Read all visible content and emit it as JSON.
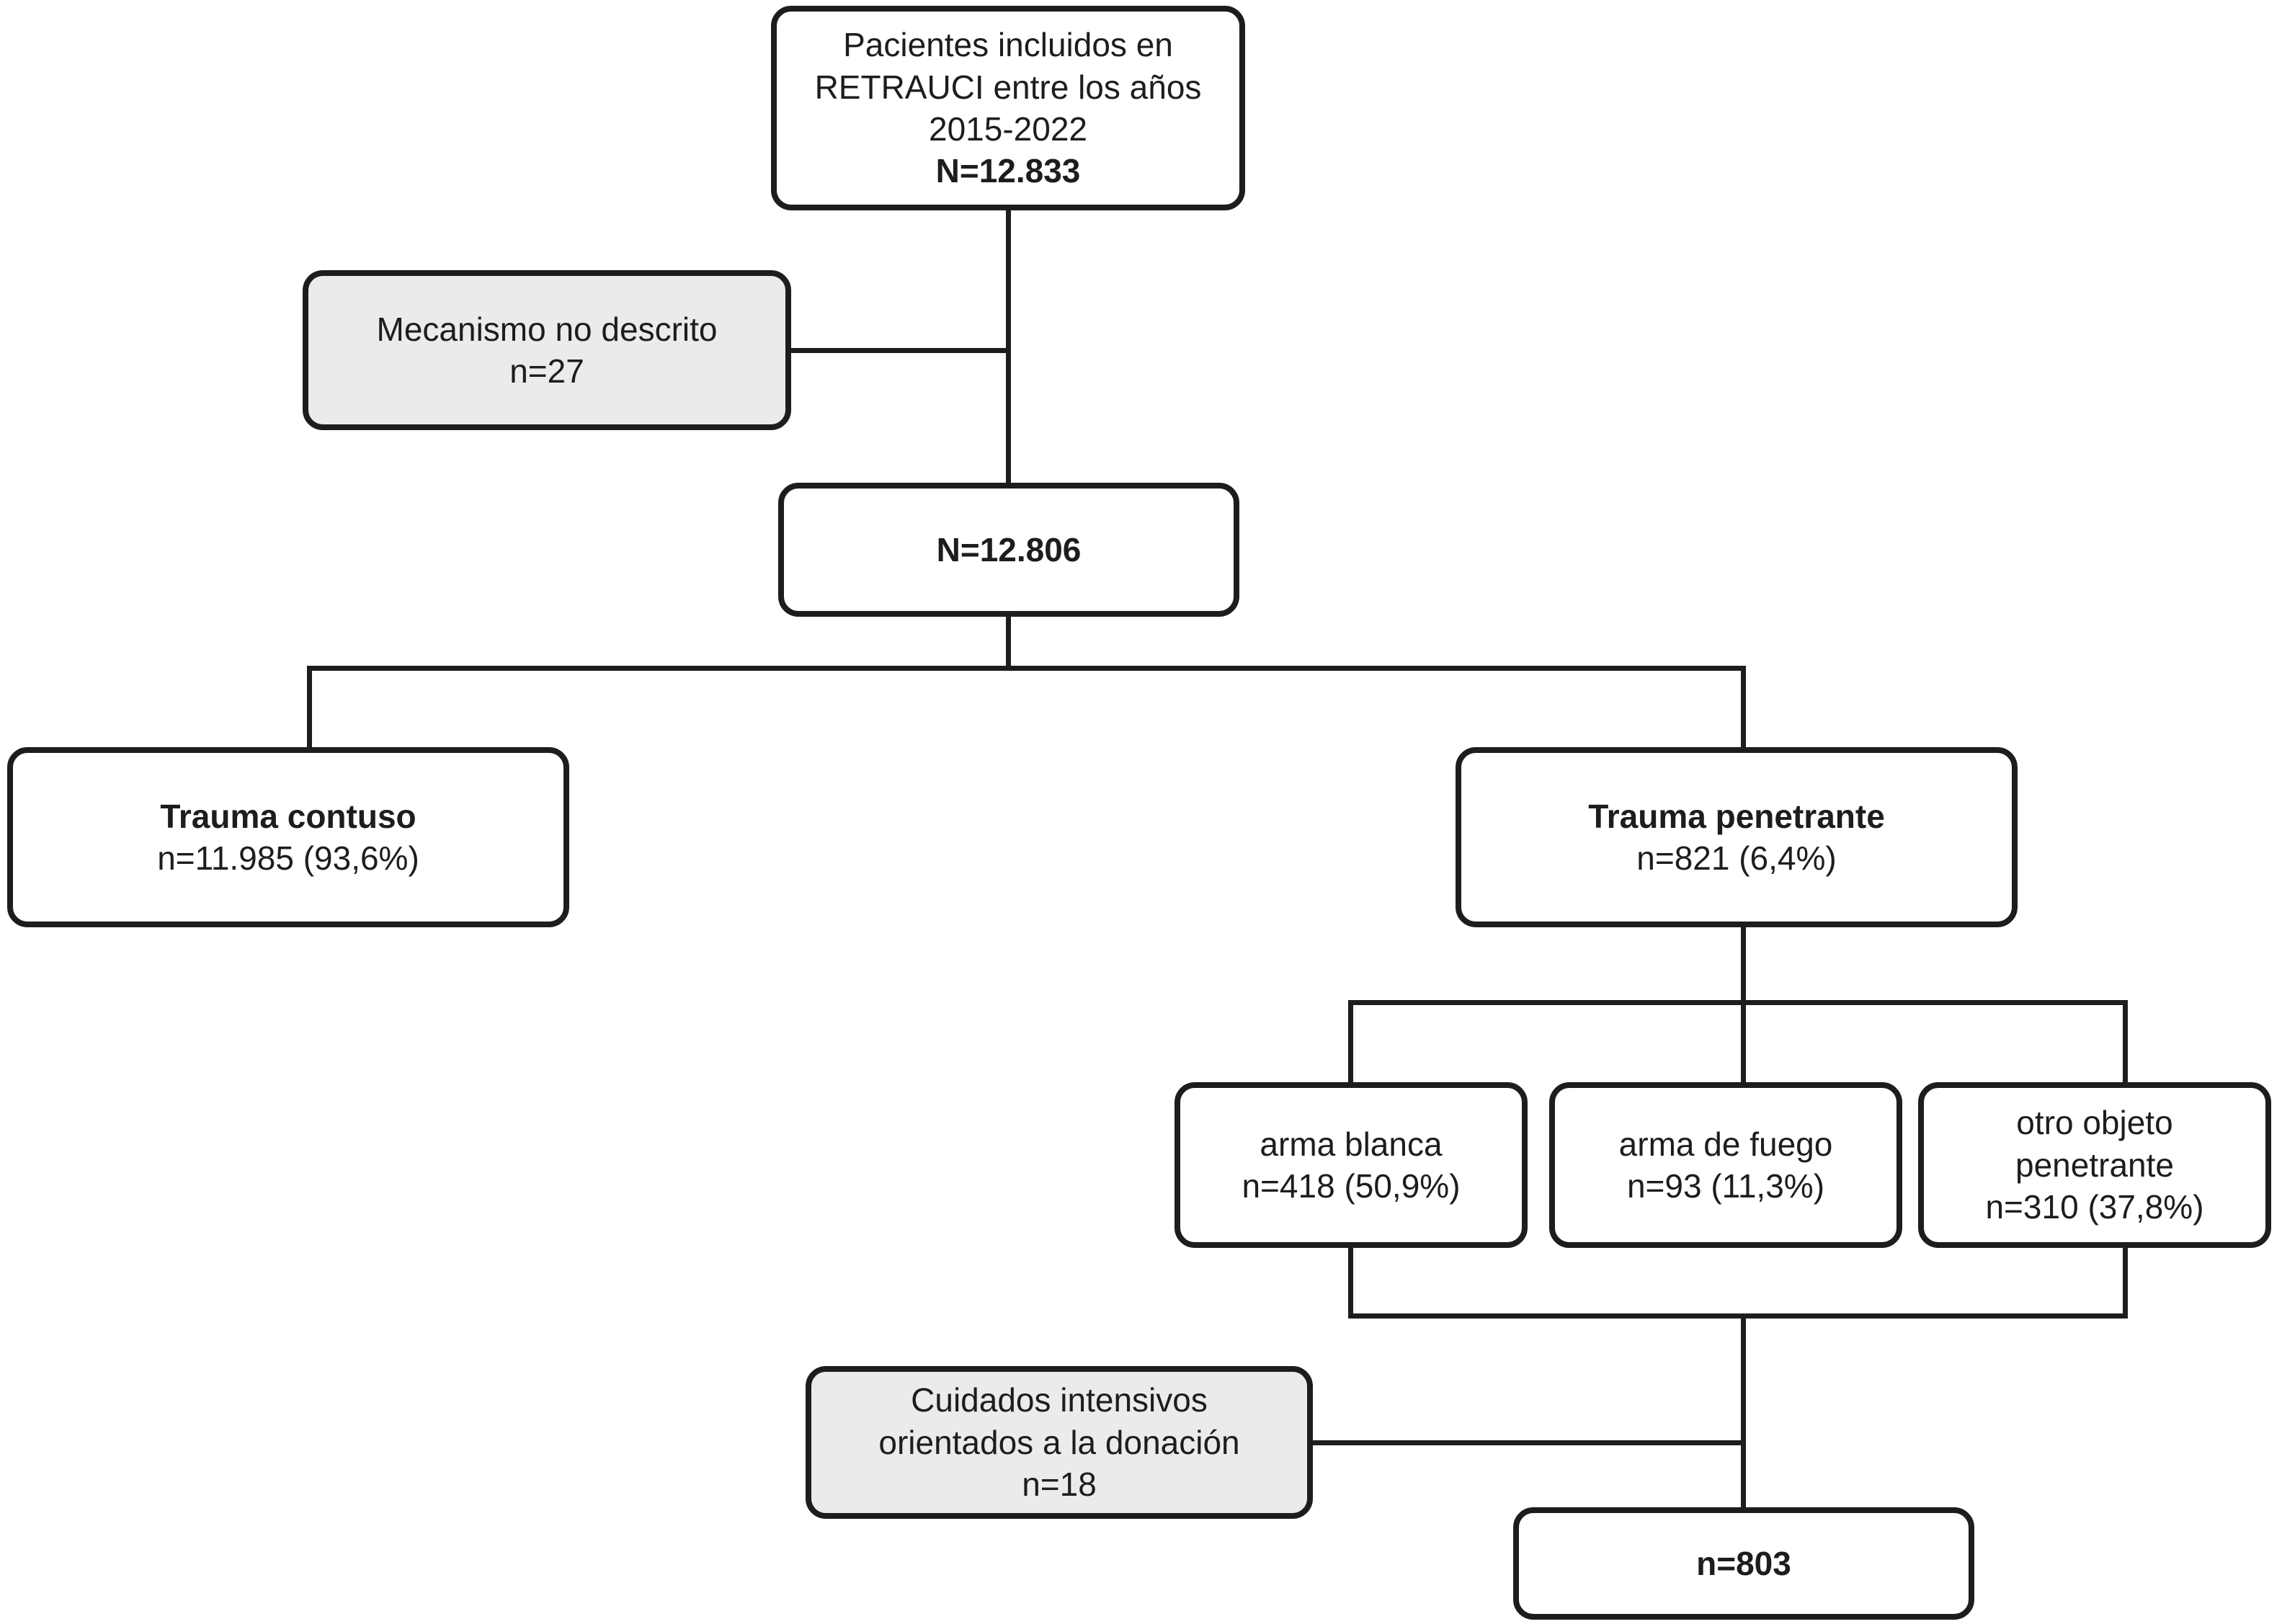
{
  "title": "RETRAUCI penetrating trauma patient flow diagram",
  "colors": {
    "box_border": "#1d1d1d",
    "line": "#1d1d1d",
    "box_fill": "#ffffff",
    "exclusion_box_fill": "#ebebeb",
    "text": "#1d1d1d"
  },
  "nodes": {
    "inclusion": {
      "lines": [
        "Pacientes incluidos en",
        "RETRAUCI entre los años",
        "2015-2022"
      ],
      "n": "N=12.833"
    },
    "excluded_mechanism": {
      "lines": [
        "Mecanismo no descrito"
      ],
      "n": "n=27"
    },
    "after_exclusion": {
      "n": "N=12.806"
    },
    "blunt_trauma": {
      "title": "Trauma contuso",
      "n": "n=11.985 (93,6%)"
    },
    "penetrating_trauma": {
      "title": "Trauma penetrante",
      "n": "n=821 (6,4%)"
    },
    "stab_weapon": {
      "title": "arma blanca",
      "n": "n=418 (50,9%)"
    },
    "firearm": {
      "title": "arma de fuego",
      "n": "n=93 (11,3%)"
    },
    "other_penetrating_object": {
      "lines": [
        "otro objeto",
        "penetrante"
      ],
      "n": "n=310 (37,8%)"
    },
    "donation_oriented_icu": {
      "lines": [
        "Cuidados intensivos",
        "orientados a la donación"
      ],
      "n": "n=18"
    },
    "final_cohort": {
      "n": "n=803"
    }
  }
}
